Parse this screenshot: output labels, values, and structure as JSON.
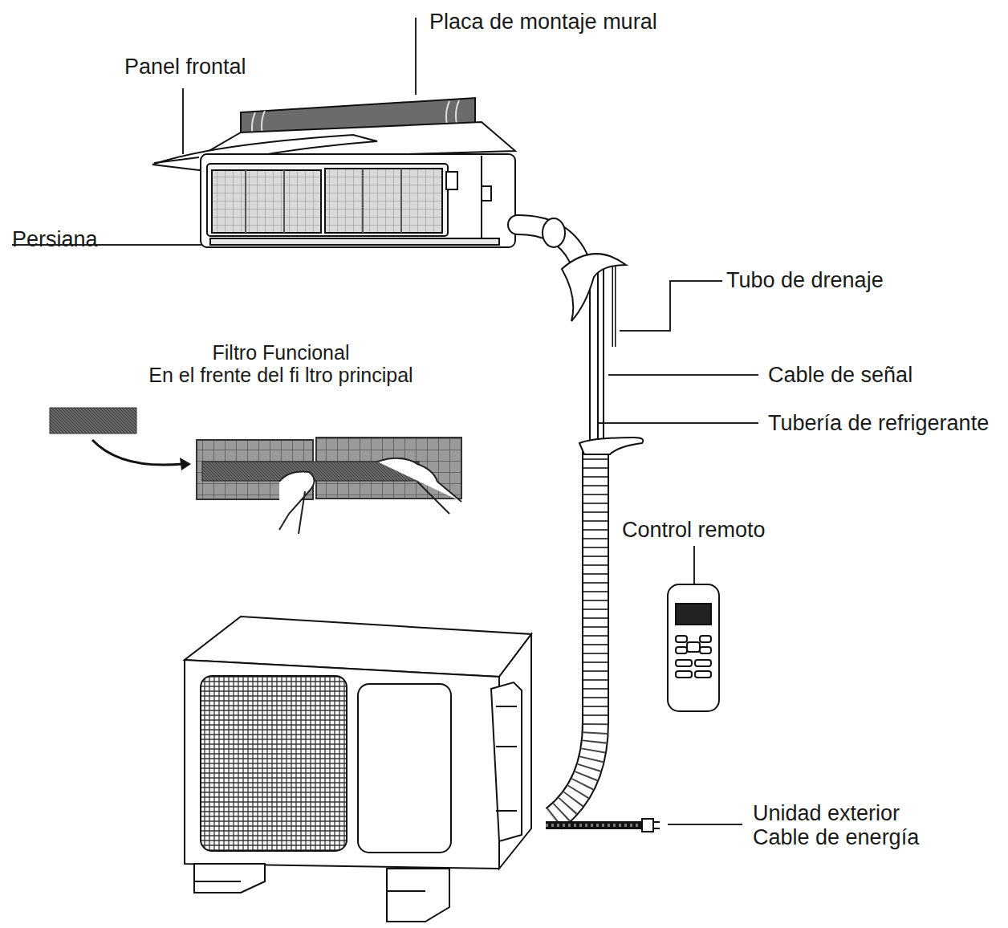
{
  "diagram": {
    "labels": [
      "Placa de montaje mural",
      "Panel frontal",
      "Persiana",
      "Tubo de drenaje",
      "Filtro Funcional En el frente del fi ltro principal",
      "Cable de señal",
      "Tubería de refrigerante",
      "Control remoto",
      "Unidad exterior Cable de energía"
    ]
  }
}
